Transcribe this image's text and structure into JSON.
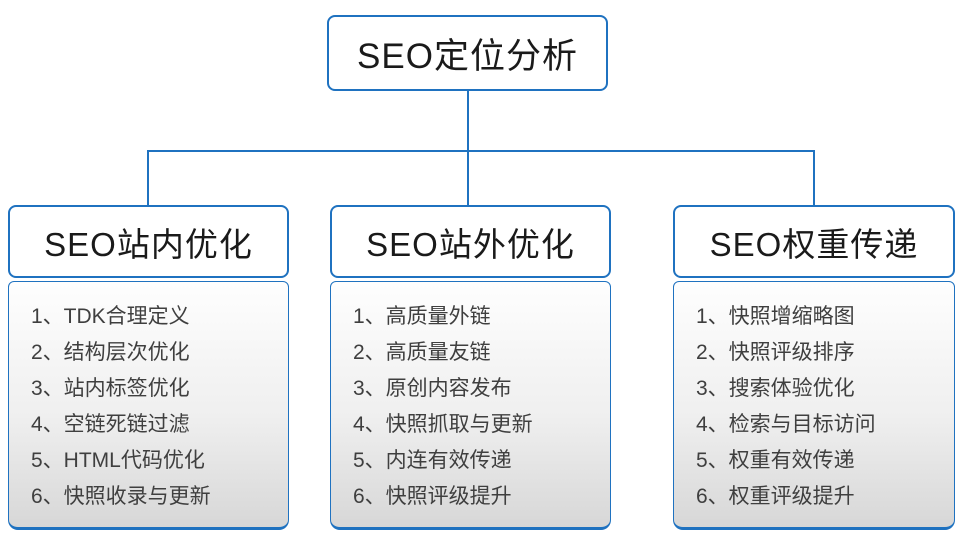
{
  "colors": {
    "accent": "#1f72c0",
    "list_gradient_top": "#fefefe",
    "list_gradient_bottom": "#d7d7d7",
    "header_text": "#1a1a1a",
    "item_text": "#3f3f3f"
  },
  "root": {
    "title": "SEO定位分析"
  },
  "columns": [
    {
      "title": "SEO站内优化",
      "items": [
        "1、TDK合理定义",
        "2、结构层次优化",
        "3、站内标签优化",
        "4、空链死链过滤",
        "5、HTML代码优化",
        "6、快照收录与更新"
      ]
    },
    {
      "title": "SEO站外优化",
      "items": [
        "1、高质量外链",
        "2、高质量友链",
        "3、原创内容发布",
        "4、快照抓取与更新",
        "5、内连有效传递",
        "6、快照评级提升"
      ]
    },
    {
      "title": "SEO权重传递",
      "items": [
        "1、快照增缩略图",
        "2、快照评级排序",
        "3、搜索体验优化",
        "4、检索与目标访问",
        "5、权重有效传递",
        "6、权重评级提升"
      ]
    }
  ]
}
